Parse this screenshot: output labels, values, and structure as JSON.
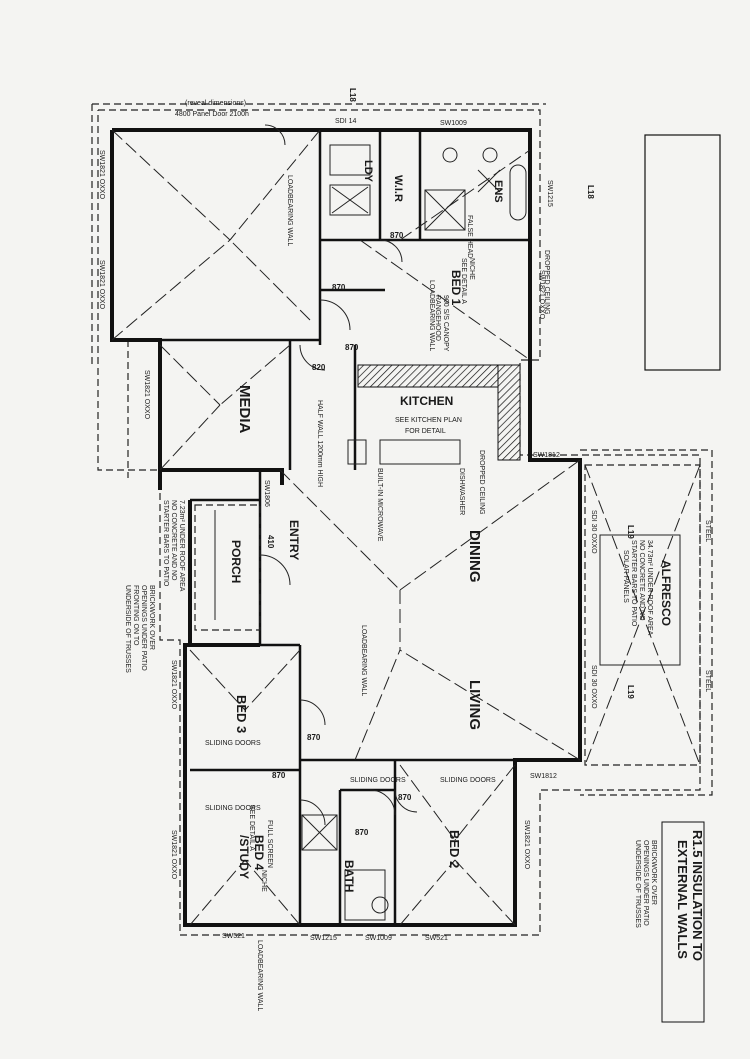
{
  "lot_top": "L18",
  "lot_right": "L18",
  "lot_bottom_right": "L19",
  "lot_bottom_right2": "L19",
  "garage_door": "4800 Panel Door 2100h",
  "reveal": "(reveal dimensions)",
  "rooms": {
    "media": "MEDIA",
    "ldy": "LDY",
    "wir": "W.I.R",
    "ens": "ENS",
    "bed1": "BED 1",
    "kitchen": "KITCHEN",
    "kitchen_note1": "SEE KITCHEN PLAN",
    "kitchen_note2": "FOR DETAIL",
    "dining": "DINING",
    "entry": "ENTRY",
    "porch": "PORCH",
    "alfresco": "ALFRESCO",
    "living": "LIVING",
    "bed2": "BED 2",
    "bed3": "BED 3",
    "bed4": "BED 4",
    "study": "/STUDY",
    "bath": "BATH"
  },
  "labels": {
    "loadbearing_wall": "LOADBEARING WALL",
    "dropped_ceiling": "DROPPED CEILING",
    "false_head": "FALSE HEAD",
    "niche_a": "NICHE",
    "see_detail_a": "SEE DETAIL A",
    "canopy_1": "900 S/S CANOPY",
    "canopy_2": "RANGEHOOD",
    "built_in_microwave": "BUILT-IN MICROWAVE",
    "dishwasher": "DISHWASHER",
    "half_wall": "HALF WALL 1200mm HIGH",
    "sliding_doors": "SLIDING DOORS",
    "full_screen": "FULL SCREEN",
    "steel": "STEEL",
    "s_robe": "S/ROBE"
  },
  "windows": {
    "sw1009_top": "SW1009",
    "sw1215_top": "SW1215",
    "sd1821_top": "SDI 14",
    "sw1821_left1": "SW1821 OXXO",
    "sw1821_left2": "SW1821 OXXO",
    "sw1821_left3": "SW1821 OXXO",
    "sw1821_right": "SW1821 OXXO",
    "sw1812_a": "SW1812",
    "sw1812_b": "SW1812",
    "sd_alfresco1": "SDI 30 OXXO",
    "sd_alfresco2": "SDI 30 OXXO",
    "sw521_a": "SW521",
    "sw521_b": "SW521",
    "sw1215_bot": "SW1215",
    "sw1009_bot": "SW1009",
    "sw1821_bot": "SW1821 OXXO",
    "sw1806": "SW1806",
    "sw1821_bed3": "SW1821 OXXO"
  },
  "door_sizes": {
    "d870": "870",
    "d820": "820",
    "d410": "410"
  },
  "notes": {
    "alfresco_1": "34.73m² UNDER ROOF AREA",
    "alfresco_2": "NO CONCRETE AND NO",
    "alfresco_3": "STARTER BARS TO PATIO",
    "alfresco_4": "SOLAR PANELS",
    "porch_1": "7.23m² UNDER ROOF AREA",
    "porch_2": "NO CONCRETE AND NO",
    "porch_3": "STARTER BARS TO PATIO",
    "front_1": "BRICKWORK OVER",
    "front_2": "OPENINGS UNDER PATIO",
    "front_3": "FRONTING ON TO",
    "front_4": "UNDERSIDE OF TRUSSES",
    "rear_1": "BRICKWORK OVER",
    "rear_2": "OPENINGS UNDER PATIO",
    "rear_3": "UNDERSIDE OF TRUSSES"
  },
  "insulation_title_1": "R1.5 INSULATION TO",
  "insulation_title_2": "EXTERNAL WALLS",
  "colors": {
    "ink": "#111111",
    "paper": "#f4f4f2"
  }
}
